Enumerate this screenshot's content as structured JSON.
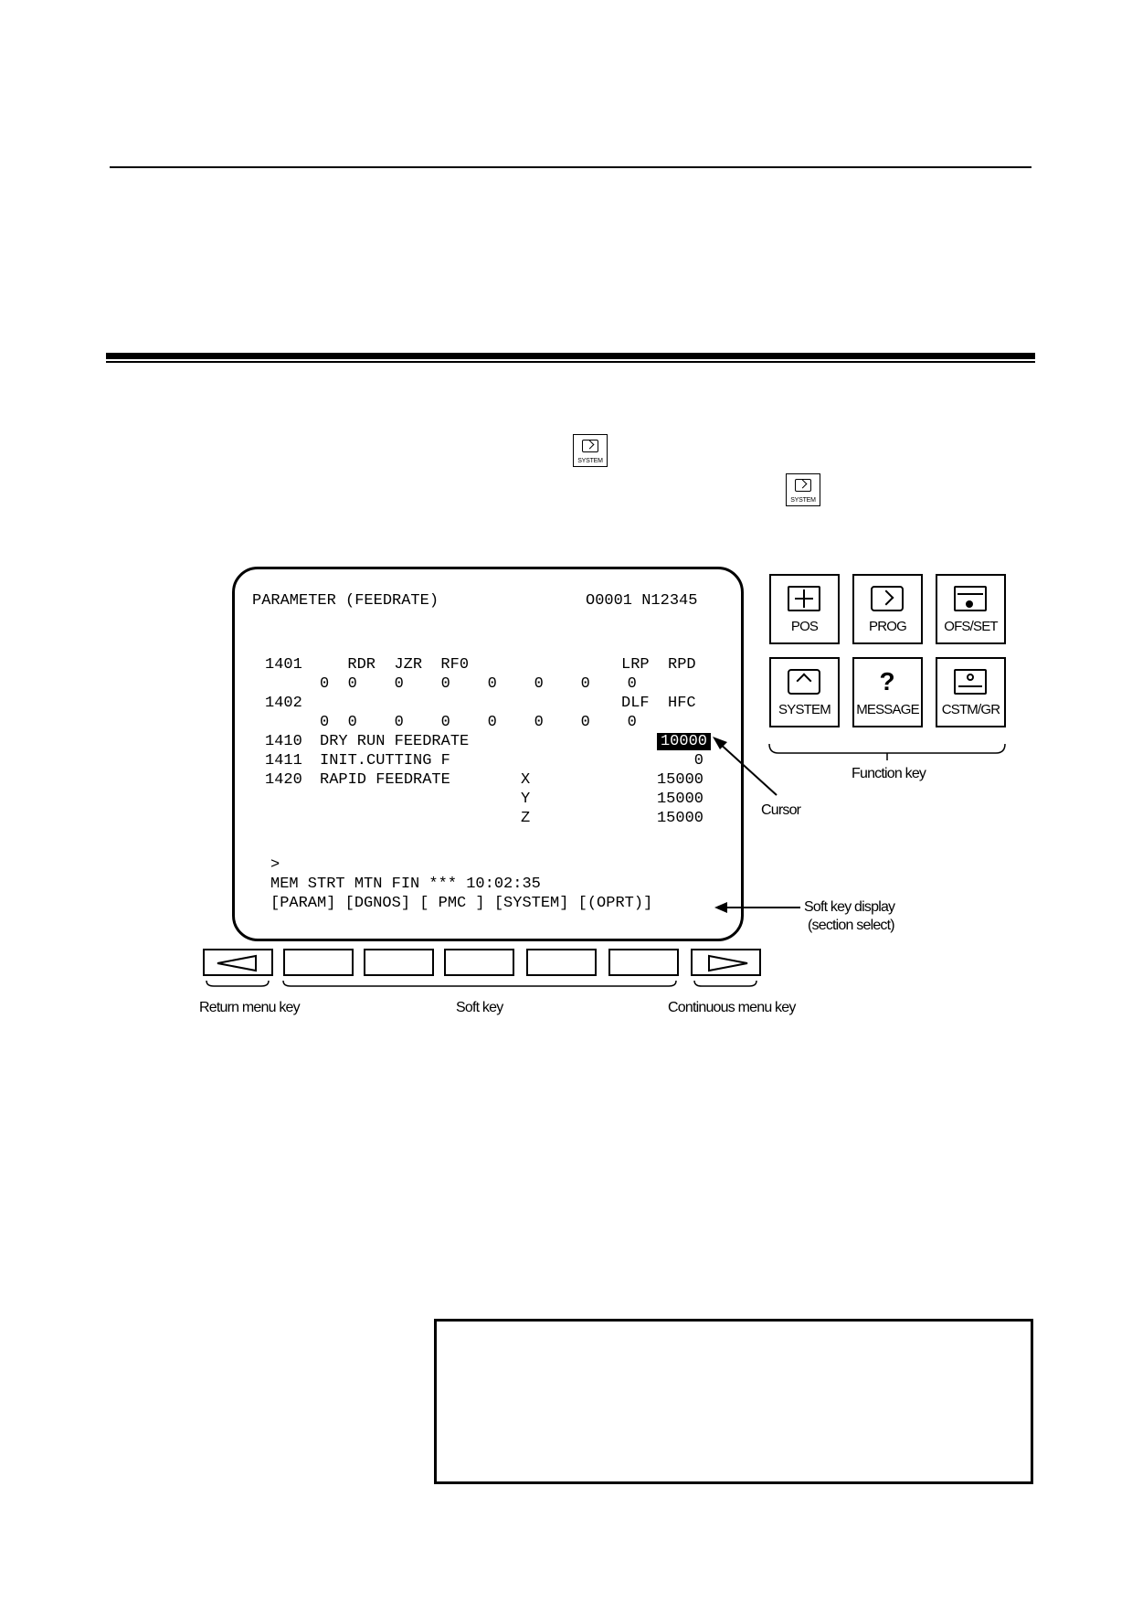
{
  "inline_keys": [
    {
      "label": "SYSTEM"
    },
    {
      "label": "SYSTEM"
    }
  ],
  "screen": {
    "title": "PARAMETER (FEEDRATE)",
    "program_no": "O0001 N12345",
    "rows": [
      {
        "no": "1401",
        "bits": "  RDR  JZR  RF0",
        "extra": "LRP  RPD",
        "values": "0  0    0    0    0    0    0    0"
      },
      {
        "no": "1402",
        "bits": "",
        "extra": "DLF  HFC",
        "values": "0  0    0    0    0    0    0    0"
      }
    ],
    "params": [
      {
        "no": "1410",
        "name": "DRY RUN FEEDRATE",
        "axis": "",
        "value": "10000",
        "cursor": true
      },
      {
        "no": "1411",
        "name": "INIT.CUTTING F",
        "axis": "",
        "value": "0",
        "cursor": false
      },
      {
        "no": "1420",
        "name": "RAPID FEEDRATE",
        "axis": "X",
        "value": "15000",
        "cursor": false
      },
      {
        "no": "",
        "name": "",
        "axis": "Y",
        "value": "15000",
        "cursor": false
      },
      {
        "no": "",
        "name": "",
        "axis": "Z",
        "value": "15000",
        "cursor": false
      }
    ],
    "prompt": ">",
    "status": "MEM STRT MTN FIN *** 10:02:35",
    "softkeys": "[PARAM] [DGNOS] [ PMC ] [SYSTEM] [(OPRT)]"
  },
  "function_keys": [
    {
      "label": "POS",
      "icon": "pos-icon"
    },
    {
      "label": "PROG",
      "icon": "prog-icon"
    },
    {
      "label": "OFS/SET",
      "icon": "ofs-set-icon"
    },
    {
      "label": "SYSTEM",
      "icon": "system-icon"
    },
    {
      "label": "MESSAGE",
      "icon": "message-icon"
    },
    {
      "label": "CSTM/GR",
      "icon": "cstm-gr-icon"
    }
  ],
  "captions": {
    "function_key": "Function key",
    "cursor": "Cursor",
    "softkey_display_1": "Soft key display",
    "softkey_display_2": "(section select)",
    "return_menu_key": "Return menu key",
    "soft_key": "Soft key",
    "continuous_menu_key": "Continuous menu key"
  }
}
